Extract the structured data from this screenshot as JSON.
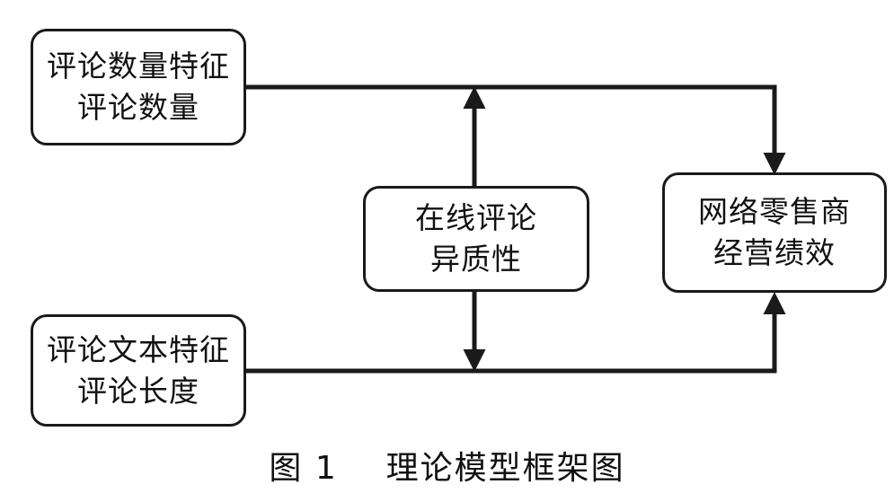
{
  "nodes": {
    "review_count": {
      "line1": "评论数量特征",
      "line2": "评论数量"
    },
    "review_text": {
      "line1": "评论文本特征",
      "line2": "评论长度"
    },
    "heterogeneity": {
      "line1": "在线评论",
      "line2": "异质性"
    },
    "performance": {
      "line1": "网络零售商",
      "line2": "经营绩效"
    }
  },
  "edges": [
    {
      "from": "评论数量特征",
      "to": "网络零售商经营绩效"
    },
    {
      "from": "评论文本特征",
      "to": "网络零售商经营绩效"
    },
    {
      "from": "在线评论异质性",
      "to": "评论数量特征→网络零售商经营绩效"
    },
    {
      "from": "在线评论异质性",
      "to": "评论文本特征→网络零售商经营绩效"
    }
  ],
  "caption": {
    "label": "图 1",
    "title": "理论模型框架图"
  },
  "colors": {
    "line": "#1a1a1a",
    "background": "#ffffff"
  }
}
